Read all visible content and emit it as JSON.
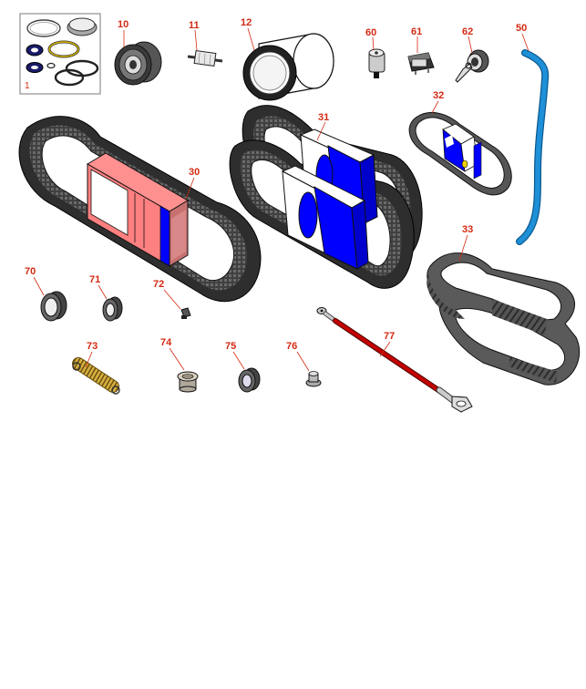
{
  "colors": {
    "callout": "#d42a12",
    "belt_dark": "#3a3a3a",
    "belt_mid": "#5e5e5e",
    "blue": "#0000ff",
    "salmon": "#ff8080",
    "hose": "#1e90d8",
    "cable": "#b00000",
    "spring": "#c8a020",
    "metal": "#c8c8c8"
  },
  "kit": {
    "label": "1"
  },
  "parts": [
    {
      "id": "10",
      "label": "10",
      "name": "Pulley"
    },
    {
      "id": "11",
      "label": "11",
      "name": "Fuel Filter"
    },
    {
      "id": "12",
      "label": "12",
      "name": "Air Filter"
    },
    {
      "id": "60",
      "label": "60",
      "name": "Switch"
    },
    {
      "id": "61",
      "label": "61",
      "name": "Relay"
    },
    {
      "id": "62",
      "label": "62",
      "name": "Ignition Switch"
    },
    {
      "id": "50",
      "label": "50",
      "name": "Hose"
    },
    {
      "id": "31",
      "label": "31",
      "name": "Belt"
    },
    {
      "id": "32",
      "label": "32",
      "name": "Belt"
    },
    {
      "id": "30",
      "label": "30",
      "name": "Belt"
    },
    {
      "id": "33",
      "label": "33",
      "name": "Timing Belt"
    },
    {
      "id": "70",
      "label": "70",
      "name": "Bearing"
    },
    {
      "id": "71",
      "label": "71",
      "name": "Bearing"
    },
    {
      "id": "72",
      "label": "72",
      "name": "Grease Fitting"
    },
    {
      "id": "73",
      "label": "73",
      "name": "Spring"
    },
    {
      "id": "74",
      "label": "74",
      "name": "Bushing"
    },
    {
      "id": "75",
      "label": "75",
      "name": "Bearing"
    },
    {
      "id": "76",
      "label": "76",
      "name": "Nut"
    },
    {
      "id": "77",
      "label": "77",
      "name": "Battery Cable"
    }
  ]
}
